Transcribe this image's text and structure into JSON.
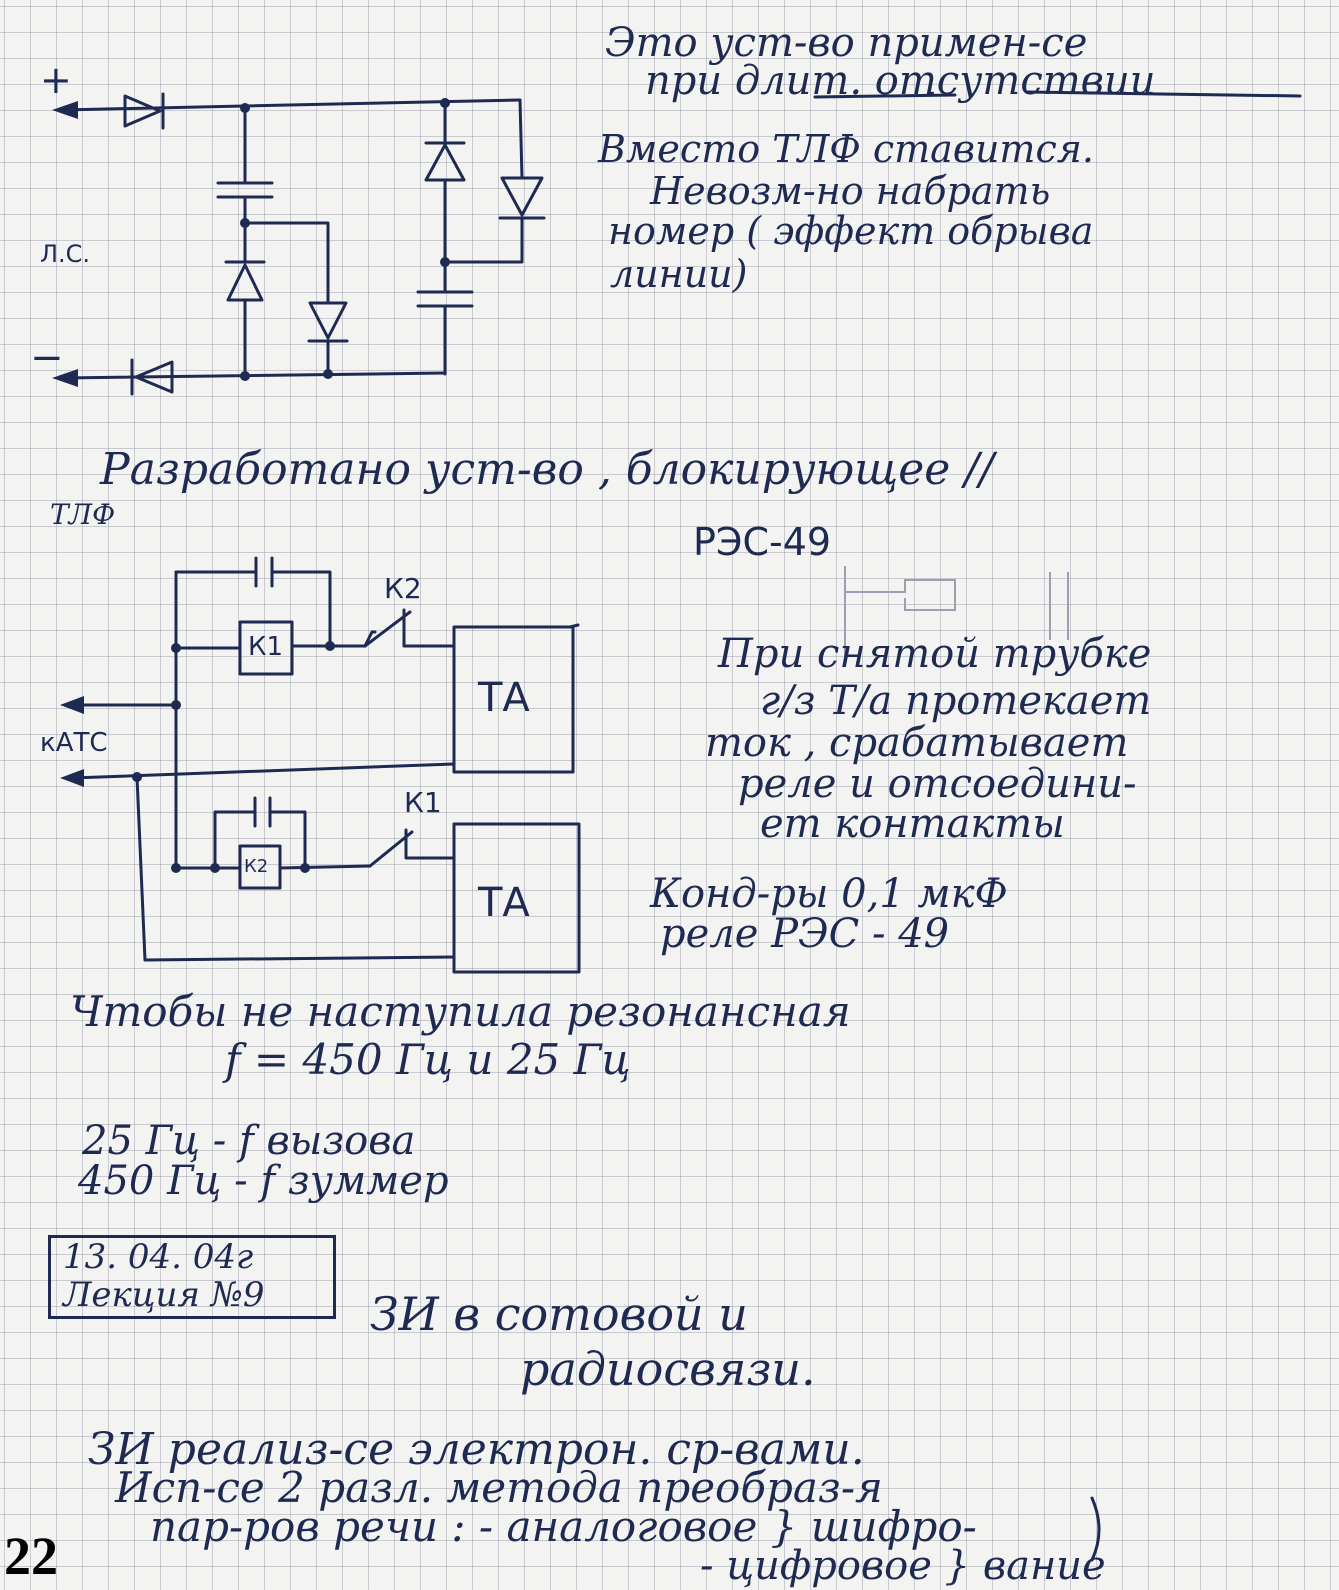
{
  "page_number": "22",
  "note_top": {
    "line1": "Это уст-во примен-се",
    "line2": "при длит. отсутствии"
  },
  "note_instead": {
    "line1": "Вместо ТЛФ ставится.",
    "line2": "Невозм-но набрать",
    "line3": "номер ( эффект обрыва",
    "line4": "линии)"
  },
  "circuit1": {
    "plus_label": "+",
    "minus_label": "−",
    "line_label": "Л.С."
  },
  "heading_developed": {
    "line1": "Разработано уст-во , блокирующее //",
    "line2": "ТЛФ"
  },
  "circuit2": {
    "relay_model_label": "РЭС-49",
    "k2_contact_label": "К2",
    "k1_coil_label": "К1",
    "ta_top_label": "ТА",
    "katc_label": "кАТС",
    "k1_contact_label": "К1",
    "k2_coil_label": "К2",
    "ta_bottom_label": "ТА"
  },
  "note_handset": {
    "line1": "При снятой трубке",
    "line2": "г/з Т/а протекает",
    "line3": "ток , срабатывает",
    "line4": "реле и отсоедини-",
    "line5": "ет контакты"
  },
  "note_components": {
    "line1": "Конд-ры 0,1 мкФ",
    "line2": "реле РЭС - 49"
  },
  "note_resonance": {
    "line1": "Чтобы не наступила резонансная",
    "line2": "f = 450 Гц и 25 Гц"
  },
  "note_freqs": {
    "line1": "25 Гц - f вызова",
    "line2": "450 Гц - f зуммер"
  },
  "date_box": {
    "date": "13. 04. 04г",
    "lecture": "Лекция №9"
  },
  "section_title": {
    "line1": "ЗИ в сотовой и",
    "line2": "радиосвязи."
  },
  "body_text": {
    "line1": "ЗИ реализ-се электрон. ср-вами.",
    "line2": "Исп-се 2 разл. метода преобраз-я",
    "line3": "пар-ров речи : - аналоговое } шифро-",
    "line4": "- цифровое } вание"
  }
}
